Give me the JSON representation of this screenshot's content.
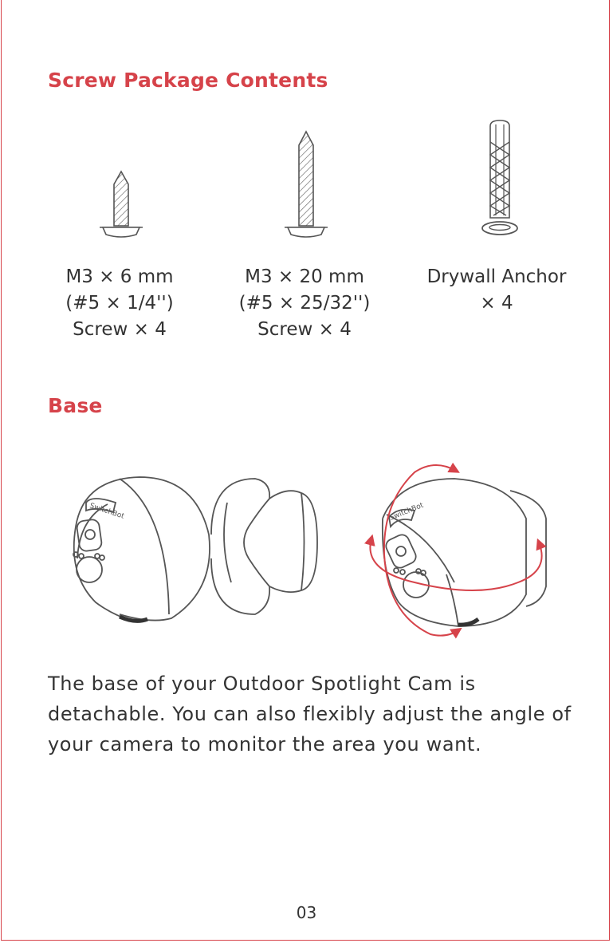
{
  "sections": {
    "screws": {
      "heading": "Screw Package Contents",
      "items": [
        {
          "line1": "M3 × 6 mm",
          "line2": "(#5 × 1/4'')",
          "line3": "Screw × 4"
        },
        {
          "line1": "M3 × 20 mm",
          "line2": "(#5 × 25/32'')",
          "line3": "Screw × 4"
        },
        {
          "line1": "Drywall Anchor",
          "line2": "× 4",
          "line3": ""
        }
      ]
    },
    "base": {
      "heading": "Base",
      "camera_logo": "SwitchBot",
      "body": "The base of your Outdoor Spotlight Cam is detachable. You can also flexibly adjust the angle of your camera to monitor the area you want."
    }
  },
  "page_number": "03",
  "colors": {
    "accent": "#d6434a",
    "text": "#333333",
    "line": "#555555"
  }
}
